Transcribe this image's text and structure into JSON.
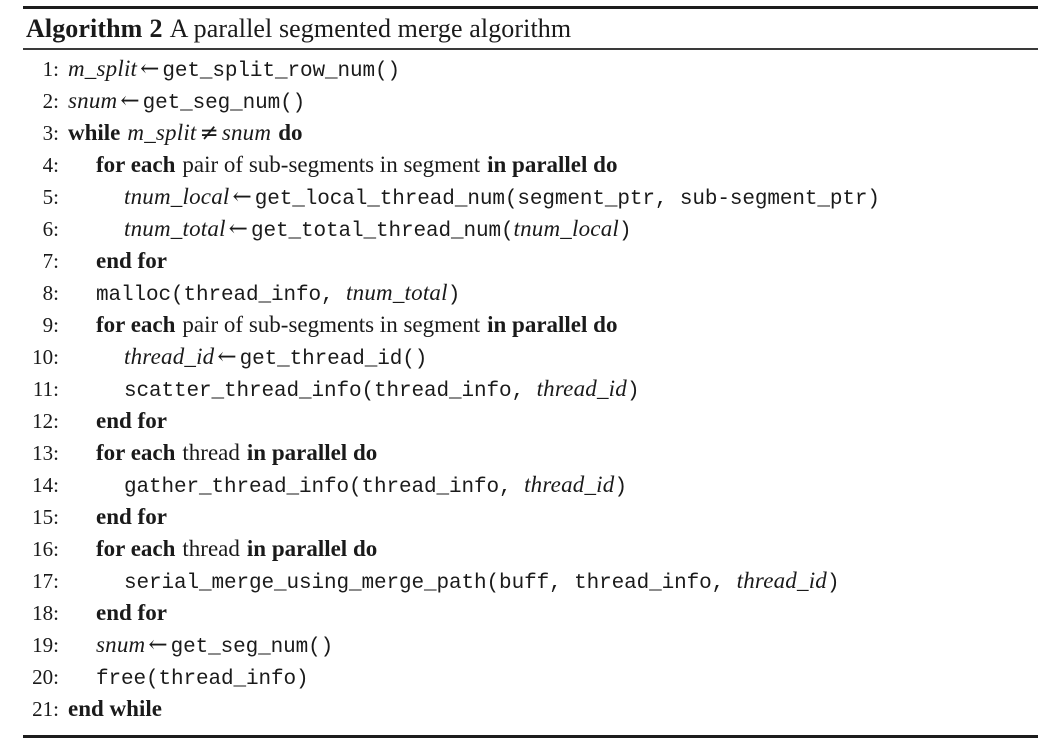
{
  "algorithm": {
    "caption": {
      "keyword": "Algorithm",
      "number": "2",
      "title": "A parallel segmented merge algorithm"
    },
    "lines": [
      {
        "no": "1",
        "indent": 0,
        "tokens": [
          {
            "t": "var",
            "s": "m_split"
          },
          {
            "t": "op",
            "s": "←"
          },
          {
            "t": "fn",
            "s": "get_split_row_num()"
          }
        ]
      },
      {
        "no": "2",
        "indent": 0,
        "tokens": [
          {
            "t": "var",
            "s": "snum"
          },
          {
            "t": "op",
            "s": "←"
          },
          {
            "t": "fn",
            "s": "get_seg_num()"
          }
        ]
      },
      {
        "no": "3",
        "indent": 0,
        "tokens": [
          {
            "t": "kw",
            "s": "while"
          },
          {
            "t": "sp",
            "s": " "
          },
          {
            "t": "var",
            "s": "m_split"
          },
          {
            "t": "op",
            "s": "≠"
          },
          {
            "t": "var",
            "s": "snum"
          },
          {
            "t": "sp",
            "s": " "
          },
          {
            "t": "kw",
            "s": "do"
          }
        ]
      },
      {
        "no": "4",
        "indent": 1,
        "tokens": [
          {
            "t": "kw",
            "s": "for each"
          },
          {
            "t": "sp",
            "s": " "
          },
          {
            "t": "txt",
            "s": "pair of sub-segments in segment"
          },
          {
            "t": "sp",
            "s": " "
          },
          {
            "t": "kw",
            "s": "in parallel do"
          }
        ]
      },
      {
        "no": "5",
        "indent": 2,
        "tokens": [
          {
            "t": "var",
            "s": "tnum_local"
          },
          {
            "t": "op",
            "s": "←"
          },
          {
            "t": "fn",
            "s": "get_local_thread_num(segment_ptr, sub-segment_ptr)"
          }
        ]
      },
      {
        "no": "6",
        "indent": 2,
        "tokens": [
          {
            "t": "var",
            "s": "tnum_total"
          },
          {
            "t": "op",
            "s": "←"
          },
          {
            "t": "fn",
            "s": "get_total_thread_num("
          },
          {
            "t": "var",
            "s": "tnum_local"
          },
          {
            "t": "fn",
            "s": ")"
          }
        ]
      },
      {
        "no": "7",
        "indent": 1,
        "tokens": [
          {
            "t": "kw",
            "s": "end for"
          }
        ]
      },
      {
        "no": "8",
        "indent": 1,
        "tokens": [
          {
            "t": "fn",
            "s": "malloc(thread_info, "
          },
          {
            "t": "var",
            "s": "tnum_total"
          },
          {
            "t": "fn",
            "s": ")"
          }
        ]
      },
      {
        "no": "9",
        "indent": 1,
        "tokens": [
          {
            "t": "kw",
            "s": "for each"
          },
          {
            "t": "sp",
            "s": " "
          },
          {
            "t": "txt",
            "s": "pair of sub-segments in segment"
          },
          {
            "t": "sp",
            "s": " "
          },
          {
            "t": "kw",
            "s": "in parallel do"
          }
        ]
      },
      {
        "no": "10",
        "indent": 2,
        "tokens": [
          {
            "t": "var",
            "s": "thread_id"
          },
          {
            "t": "op",
            "s": "←"
          },
          {
            "t": "fn",
            "s": "get_thread_id()"
          }
        ]
      },
      {
        "no": "11",
        "indent": 2,
        "tokens": [
          {
            "t": "fn",
            "s": "scatter_thread_info(thread_info, "
          },
          {
            "t": "var",
            "s": "thread_id"
          },
          {
            "t": "fn",
            "s": ")"
          }
        ]
      },
      {
        "no": "12",
        "indent": 1,
        "tokens": [
          {
            "t": "kw",
            "s": "end for"
          }
        ]
      },
      {
        "no": "13",
        "indent": 1,
        "tokens": [
          {
            "t": "kw",
            "s": "for each"
          },
          {
            "t": "sp",
            "s": " "
          },
          {
            "t": "txt",
            "s": "thread"
          },
          {
            "t": "sp",
            "s": " "
          },
          {
            "t": "kw",
            "s": "in parallel do"
          }
        ]
      },
      {
        "no": "14",
        "indent": 2,
        "tokens": [
          {
            "t": "fn",
            "s": "gather_thread_info(thread_info, "
          },
          {
            "t": "var",
            "s": "thread_id"
          },
          {
            "t": "fn",
            "s": ")"
          }
        ]
      },
      {
        "no": "15",
        "indent": 1,
        "tokens": [
          {
            "t": "kw",
            "s": "end for"
          }
        ]
      },
      {
        "no": "16",
        "indent": 1,
        "tokens": [
          {
            "t": "kw",
            "s": "for each"
          },
          {
            "t": "sp",
            "s": " "
          },
          {
            "t": "txt",
            "s": "thread"
          },
          {
            "t": "sp",
            "s": " "
          },
          {
            "t": "kw",
            "s": "in parallel do"
          }
        ]
      },
      {
        "no": "17",
        "indent": 2,
        "tokens": [
          {
            "t": "fn",
            "s": "serial_merge_using_merge_path(buff, thread_info, "
          },
          {
            "t": "var",
            "s": "thread_id"
          },
          {
            "t": "fn",
            "s": ")"
          }
        ]
      },
      {
        "no": "18",
        "indent": 1,
        "tokens": [
          {
            "t": "kw",
            "s": "end for"
          }
        ]
      },
      {
        "no": "19",
        "indent": 1,
        "tokens": [
          {
            "t": "var",
            "s": "snum"
          },
          {
            "t": "op",
            "s": "←"
          },
          {
            "t": "fn",
            "s": "get_seg_num()"
          }
        ]
      },
      {
        "no": "20",
        "indent": 1,
        "tokens": [
          {
            "t": "fn",
            "s": "free(thread_info)"
          }
        ]
      },
      {
        "no": "21",
        "indent": 0,
        "tokens": [
          {
            "t": "kw",
            "s": "end while"
          }
        ]
      }
    ]
  }
}
